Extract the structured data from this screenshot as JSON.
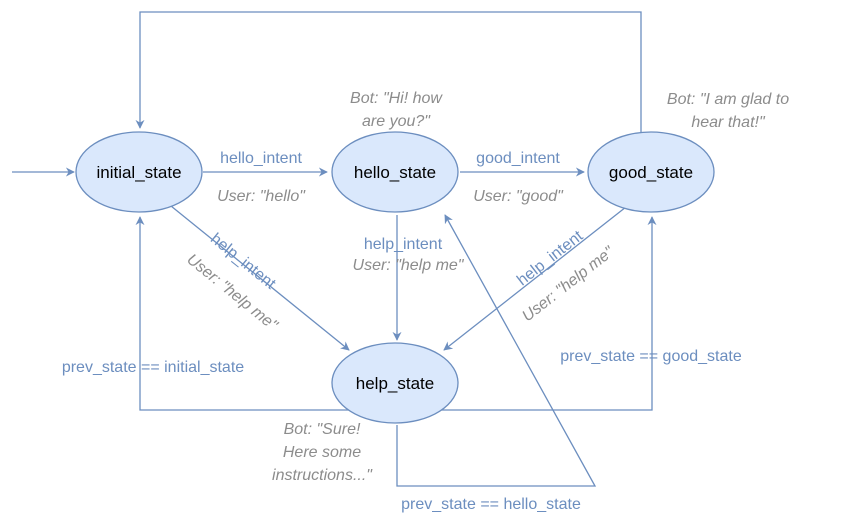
{
  "colors": {
    "state_fill": "#dae8fc",
    "state_stroke": "#6c8ebf",
    "edge": "#6c8ebf",
    "edge_label": "#6c8ebf",
    "note_text": "#8c8c8c"
  },
  "states": {
    "initial": "initial_state",
    "hello": "hello_state",
    "good": "good_state",
    "help": "help_state"
  },
  "edges": {
    "initial_to_hello": "hello_intent",
    "hello_to_good": "good_intent",
    "initial_to_help": "help_intent",
    "hello_to_help": "help_intent",
    "good_to_help": "help_intent",
    "help_to_initial": "prev_state == initial_state",
    "help_to_good": "prev_state == good_state",
    "help_to_hello": "prev_state == hello_state"
  },
  "user_inputs": {
    "hello": "User: \"hello\"",
    "good": "User: \"good\"",
    "help_left": "User: \"help me\"",
    "help_center": "User:  \"help me\"",
    "help_right": "User: \"help me\""
  },
  "bot_responses": {
    "hello_line1": "Bot: \"Hi! how",
    "hello_line2": "are you?\"",
    "good_line1": "Bot: \"I am glad to",
    "good_line2": "hear that!\"",
    "help_line1": "Bot: \"Sure!",
    "help_line2": "Here some",
    "help_line3": "instructions...\""
  }
}
